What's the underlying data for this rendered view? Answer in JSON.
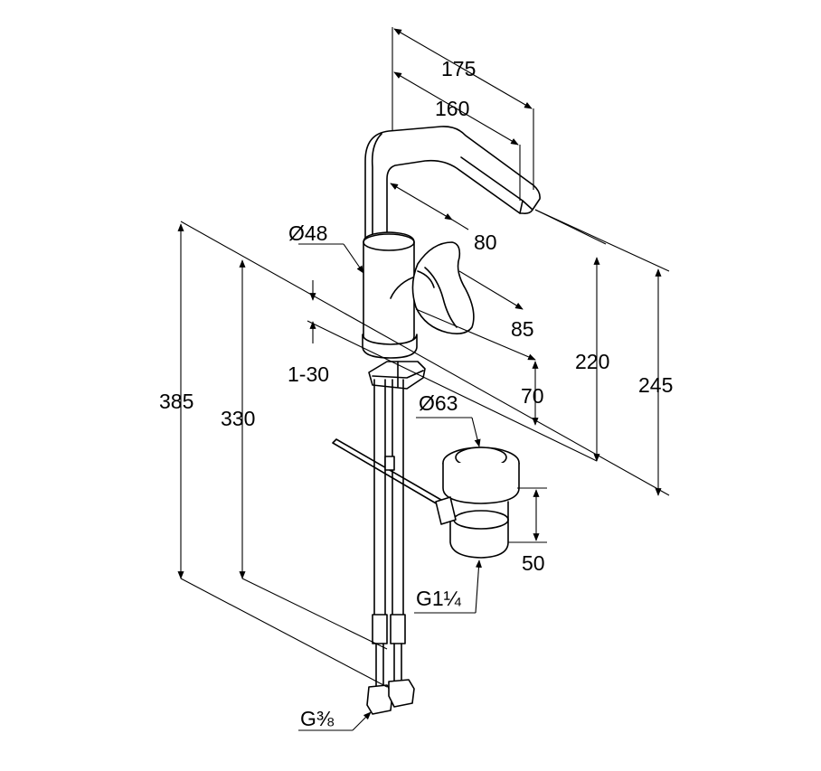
{
  "dimensions": {
    "d175": "175",
    "d160": "160",
    "d80": "80",
    "d48": "Ø48",
    "d85": "85",
    "d220": "220",
    "d245": "245",
    "d385": "385",
    "d330": "330",
    "d1_30": "1-30",
    "d70": "70",
    "d63": "Ø63",
    "d50": "50",
    "g114": "G1¼",
    "g38": "G⅜"
  }
}
